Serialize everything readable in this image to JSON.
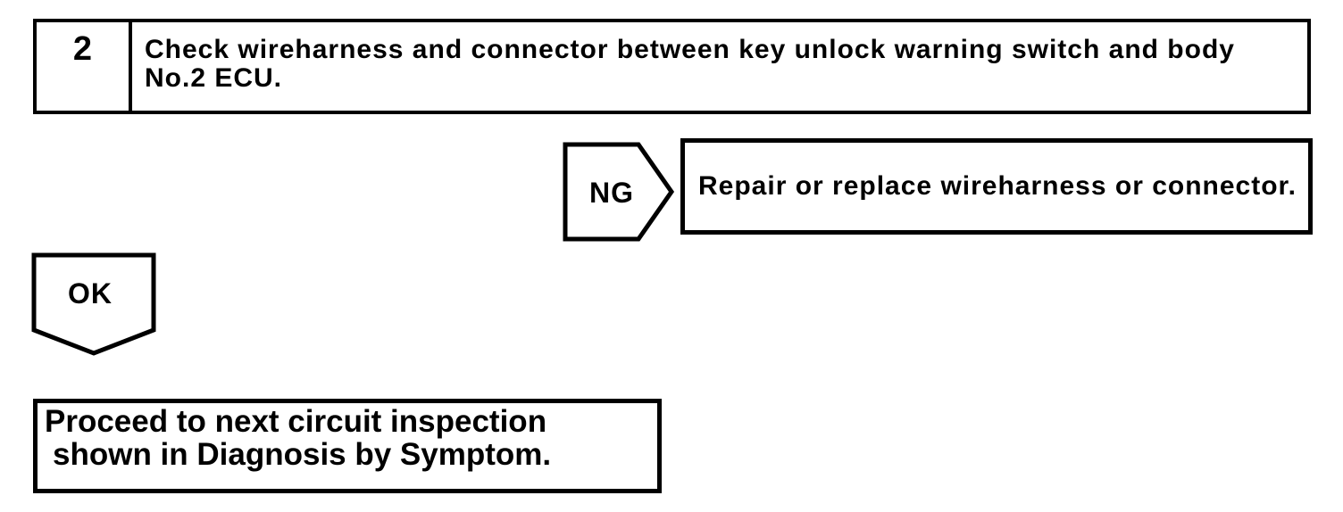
{
  "page": {
    "paper_color": "#ffffff",
    "ink_color": "#000000"
  },
  "flowchart": {
    "step_box": {
      "number": "2",
      "instruction_line1": "Check wireharness and connector between key unlock warning switch and body",
      "instruction_line2": "No.2 ECU."
    },
    "ng_branch": {
      "connector_label": "NG",
      "result_text": "Repair or replace wireharness or connector."
    },
    "ok_branch": {
      "connector_label": "OK",
      "result_line1": "Proceed to next circuit inspection",
      "result_line2": "shown in Diagnosis by Symptom."
    }
  }
}
